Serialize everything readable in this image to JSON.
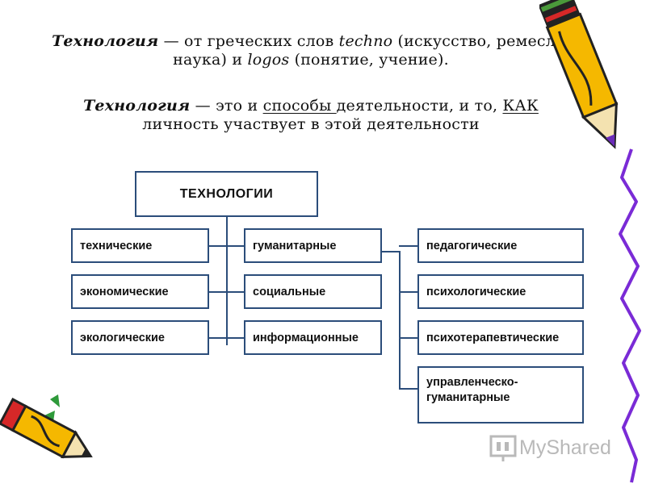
{
  "definitions": {
    "first": {
      "term": "Технология",
      "pre": " — от греческих слов ",
      "word1": "techno",
      "mid": " (искусство, ремесло, наука) и ",
      "word2": "logos",
      "post": " (понятие, учение)."
    },
    "second": {
      "term": "Технология",
      "pre": " — это и ",
      "underlined1": "способы ",
      "mid": "деятельности, и то, ",
      "underlined2": "КАК",
      "post": " личность участвует в этой деятельности"
    }
  },
  "diagram": {
    "root": "ТЕХНОЛОГИИ",
    "column_1": [
      "технические",
      "экономические",
      "экологические"
    ],
    "column_2": [
      "гуманитарные",
      "социальные",
      "информационные"
    ],
    "column_3": [
      "педагогические",
      "психологические",
      "психотерапевтические",
      "управленческо-\nгуманитарные"
    ]
  },
  "watermark": {
    "logo_text": "MyShared"
  },
  "colors": {
    "box_border": "#2b4d7a",
    "connector": "#2b4d7a",
    "pencil_body": "#f5b800",
    "squiggle": "#7a2bd6"
  },
  "icons": [
    "pencil-icon",
    "pencil-icon",
    "myshared-logo-icon"
  ]
}
